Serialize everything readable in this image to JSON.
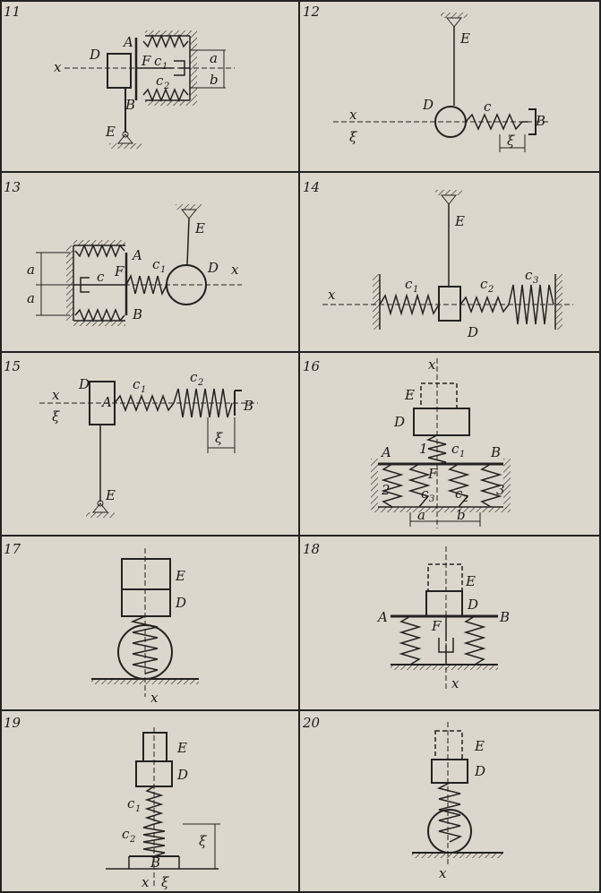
{
  "panels": [
    {
      "number": "11",
      "labels": {
        "D": "D",
        "A": "A",
        "F": "F",
        "c1": "c",
        "c1sub": "1",
        "c2": "c",
        "c2sub": "2",
        "a": "a",
        "b": "b",
        "B": "B",
        "E": "E",
        "x": "x"
      }
    },
    {
      "number": "12",
      "labels": {
        "E": "E",
        "D": "D",
        "c": "c",
        "B": "B",
        "x": "x",
        "xi": "ξ",
        "xi2": "ξ"
      }
    },
    {
      "number": "13",
      "labels": {
        "a1": "a",
        "a2": "a",
        "c": "c",
        "F": "F",
        "A": "A",
        "c1": "c",
        "c1sub": "1",
        "B": "B",
        "E": "E",
        "D": "D",
        "x": "x"
      }
    },
    {
      "number": "14",
      "labels": {
        "E": "E",
        "c1": "c",
        "c1sub": "1",
        "c2": "c",
        "c2sub": "2",
        "c3": "c",
        "c3sub": "3",
        "x": "x",
        "D": "D"
      }
    },
    {
      "number": "15",
      "labels": {
        "D": "D",
        "x": "x",
        "xi": "ξ",
        "A": "A",
        "c1": "c",
        "c1sub": "1",
        "c2": "c",
        "c2sub": "2",
        "B": "B",
        "xi2": "ξ",
        "E": "E"
      }
    },
    {
      "number": "16",
      "labels": {
        "x": "x",
        "E": "E",
        "D": "D",
        "one": "1",
        "c1": "c",
        "c1sub": "1",
        "A": "A",
        "B": "B",
        "F": "F",
        "two": "2",
        "three": "3",
        "c3": "c",
        "c3sub": "3",
        "c2": "c",
        "c2sub": "2",
        "a": "a",
        "b": "b"
      }
    },
    {
      "number": "17",
      "labels": {
        "E": "E",
        "D": "D",
        "x": "x"
      }
    },
    {
      "number": "18",
      "labels": {
        "E": "E",
        "D": "D",
        "A": "A",
        "F": "F",
        "B": "B",
        "x": "x"
      }
    },
    {
      "number": "19",
      "labels": {
        "E": "E",
        "D": "D",
        "c1": "c",
        "c1sub": "1",
        "c2": "c",
        "c2sub": "2",
        "xi": "ξ",
        "B": "B",
        "x": "x",
        "xi2": "ξ"
      }
    },
    {
      "number": "20",
      "labels": {
        "E": "E",
        "D": "D",
        "x": "x"
      }
    }
  ]
}
